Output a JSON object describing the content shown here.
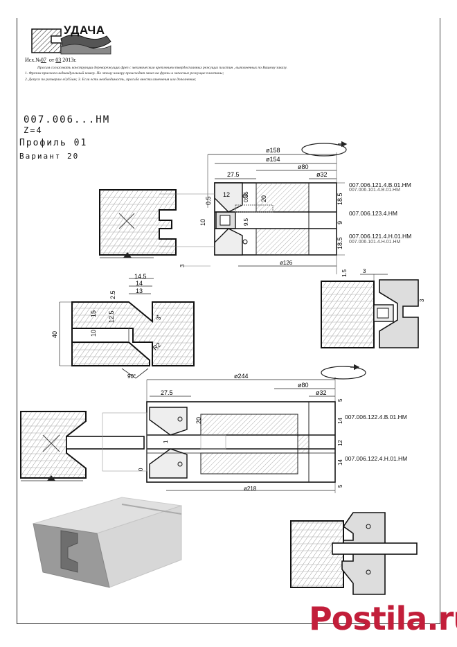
{
  "header": {
    "brand": "УДАЧА",
    "doc_prefix": "Исх.№",
    "doc_number": "07",
    "doc_from": "от",
    "doc_day": "03",
    "doc_year": "2013г.",
    "notes": [
      "Просим согласовать конструкции дереворежущих фрез с механическим креплением твердосплавных режущих пластин , выполненных по Вашему заказу.",
      "1.  Фрезам присвоен индивидуальный номер. По этому номеру происходит заказ на фрезы и запасные режущие пластины;",
      "2.  Допуск по размерам ±0,05мм;            3.  Если есть необходимость, просьба внести изменения или дополнения;"
    ]
  },
  "title_block": {
    "code": "007.006...НМ",
    "z": "Z=4",
    "profile": "Профиль 01",
    "variant": "Вариант 20"
  },
  "drawing1": {
    "dims": {
      "d158": "ø158",
      "d154": "ø154",
      "d80": "ø80",
      "d32": "ø32",
      "w275": "27.5",
      "d126": "ø126",
      "h05": "0.5",
      "h12": "12",
      "h035": "0.35",
      "h20": "20",
      "h10": "10",
      "h95": "9.5",
      "h3": "3",
      "r185a": "18.5",
      "r9": "9",
      "r185b": "18.5"
    },
    "parts": [
      {
        "number": "007.006.121.4.В.01.НМ",
        "alt": "007.006.101.4.В.01.НМ"
      },
      {
        "number": "007.006.123.4.НМ",
        "alt": ""
      },
      {
        "number": "007.006.121.4.Н.01.НМ",
        "alt": "007.006.101.4.Н.01.НМ"
      }
    ]
  },
  "drawing2": {
    "dims": {
      "w145": "14.5",
      "w14": "14",
      "w13": "13",
      "h25": "2.5",
      "h15": "15",
      "h125": "12.5",
      "h10": "10",
      "h40": "40",
      "h3s": "3*",
      "r2": "R2",
      "a90": "90°"
    }
  },
  "drawing3": {
    "dims": {
      "h15": "1.5",
      "w3": "3",
      "h3": "3"
    }
  },
  "drawing4": {
    "dims": {
      "d244": "ø244",
      "d80": "ø80",
      "d32": "ø32",
      "w275": "27.5",
      "h20": "20",
      "h1": "1",
      "h0": "0",
      "d218": "ø218",
      "r5a": "5",
      "r14a": "14",
      "r12": "12",
      "r14b": "14",
      "r5b": "5"
    },
    "parts": [
      {
        "number": "007.006.122.4.В.01.НМ"
      },
      {
        "number": "007.006.122.4.Н.01.НМ"
      }
    ]
  },
  "watermark": "Postila.ru"
}
